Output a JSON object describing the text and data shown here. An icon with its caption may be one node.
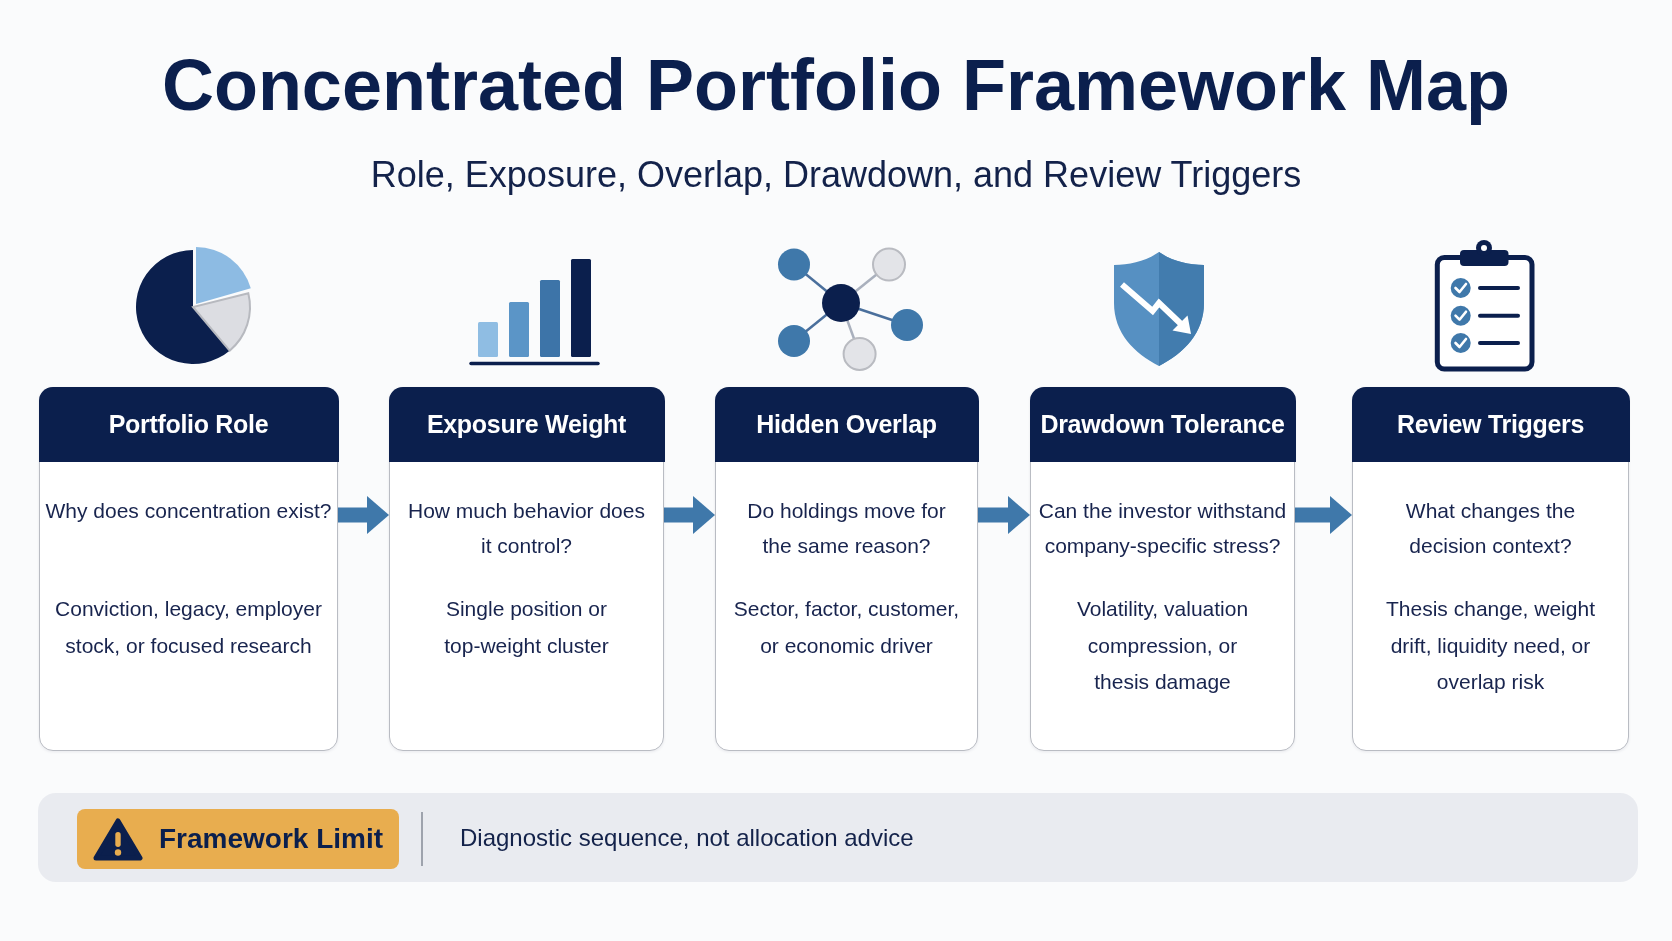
{
  "diagram": {
    "title": "Concentrated Portfolio Framework Map",
    "nodes": [
      {
        "text": [
          "Portfolio Role",
          "Why does concentration exist?",
          "Conviction, legacy, employer stock, or focused research"
        ]
      },
      {
        "text": [
          "Exposure Weight",
          "How much behavior does it control?",
          "Single position or top-weight cluster"
        ]
      },
      {
        "text": [
          "Hidden Overlap",
          "Do holdings move for the same reason?",
          "Sector, factor, customer, or economic driver"
        ]
      },
      {
        "text": [
          "Drawdown Tolerance",
          "Can the investor withstand company-specific stress?",
          "Volatility, valuation compression, or thesis damage"
        ]
      },
      {
        "text": [
          "Review Triggers",
          "What changes the decision context?",
          "Thesis change, weight drift, liquidity need, or overlap risk"
        ]
      },
      {
        "text": [
          "Diagnostic sequence, not allocation advice"
        ]
      },
      {
        "text": [
          "Framework Limit"
        ],
        "in": 5
      }
    ],
    "edges": [
      {
        "from": 0,
        "to": 1,
        "arrow": "to"
      },
      {
        "from": 1,
        "to": 2,
        "arrow": "to"
      },
      {
        "from": 2,
        "to": 3,
        "arrow": "to"
      },
      {
        "from": 3,
        "to": 4,
        "arrow": "to"
      }
    ],
    "labels": [
      "Role, Exposure, Overlap, Drawdown, and Review Triggers"
    ]
  }
}
